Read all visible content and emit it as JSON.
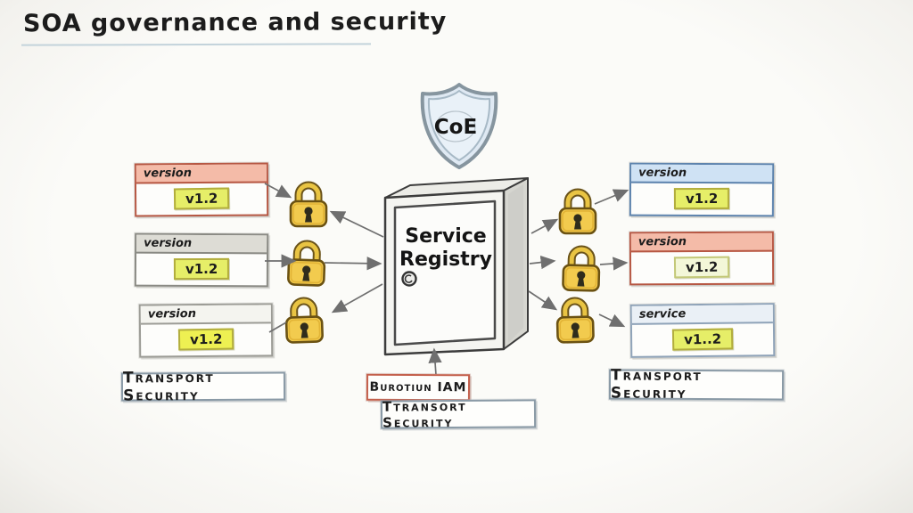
{
  "title": "SOA governance and security",
  "shield": {
    "label": "CoE"
  },
  "registry": {
    "line1": "Service",
    "line2": "Registry"
  },
  "left_services": [
    {
      "header": "version",
      "badge": "v1.2"
    },
    {
      "header": "version",
      "badge": "v1.2"
    },
    {
      "header": "version",
      "badge": "v1.2"
    }
  ],
  "right_services": [
    {
      "header": "version",
      "badge": "v1.2"
    },
    {
      "header": "version",
      "badge": "v1.2"
    },
    {
      "header": "service",
      "badge": "v1..2"
    }
  ],
  "labels": {
    "left_transport": "Transport Security",
    "iam": "Burotiun IAM",
    "center_transport": "Ttransort Security",
    "right_transport": "Transport Security"
  },
  "colors": {
    "background": "#fbfbf8",
    "ink": "#1c1c1c",
    "arrow": "#6f6f6f",
    "shield_fill": "#dfe9f3",
    "shield_border": "#8a9aa8",
    "version_red_header": "#f4bba8",
    "version_red_border": "#b65743",
    "version_gray_header": "#dddcd5",
    "version_blue_header": "#cfe2f4",
    "version_blue_border": "#5d83ad",
    "badge_bg": "#e6ee68",
    "badge_border": "#b2ad3e",
    "padlock_gold": "#f2cb4e",
    "cabinet_side": "#d6d6d0"
  }
}
